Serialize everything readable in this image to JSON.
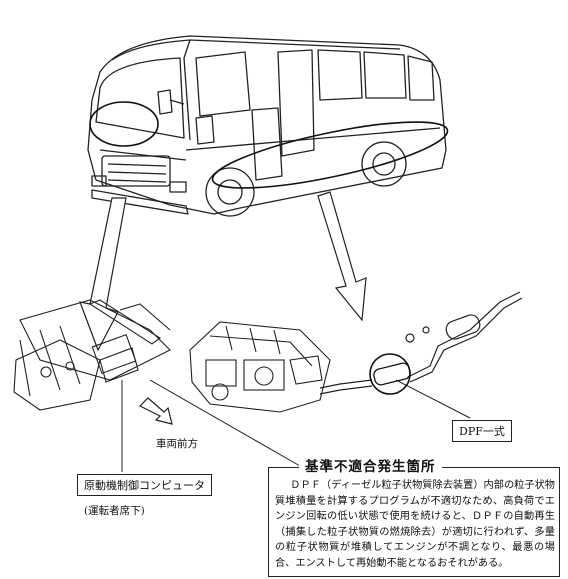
{
  "labels": {
    "dpf_unit": "DPF一式",
    "vehicle_front": "車両前方",
    "ecu": "原動機制御コンピュータ",
    "ecu_location": "(運転者席下)"
  },
  "callout": {
    "title": "基準不適合発生箇所",
    "body": "ＤＰＦ（ディーゼル粒子状物質除去装置）内部の粒子状物質堆積量を計算するプログラムが不適切なため、高負荷でエンジン回転の低い状態で使用を続けると、ＤＰＦの自動再生（捕集した粒子状物質の燃焼除去）が適切に行われず、多量の粒子状物質が堆積してエンジンが不調となり、最悪の場合、エンストして再始動不能となるおそれがある。"
  },
  "colors": {
    "line": "#222222",
    "background": "#ffffff"
  }
}
